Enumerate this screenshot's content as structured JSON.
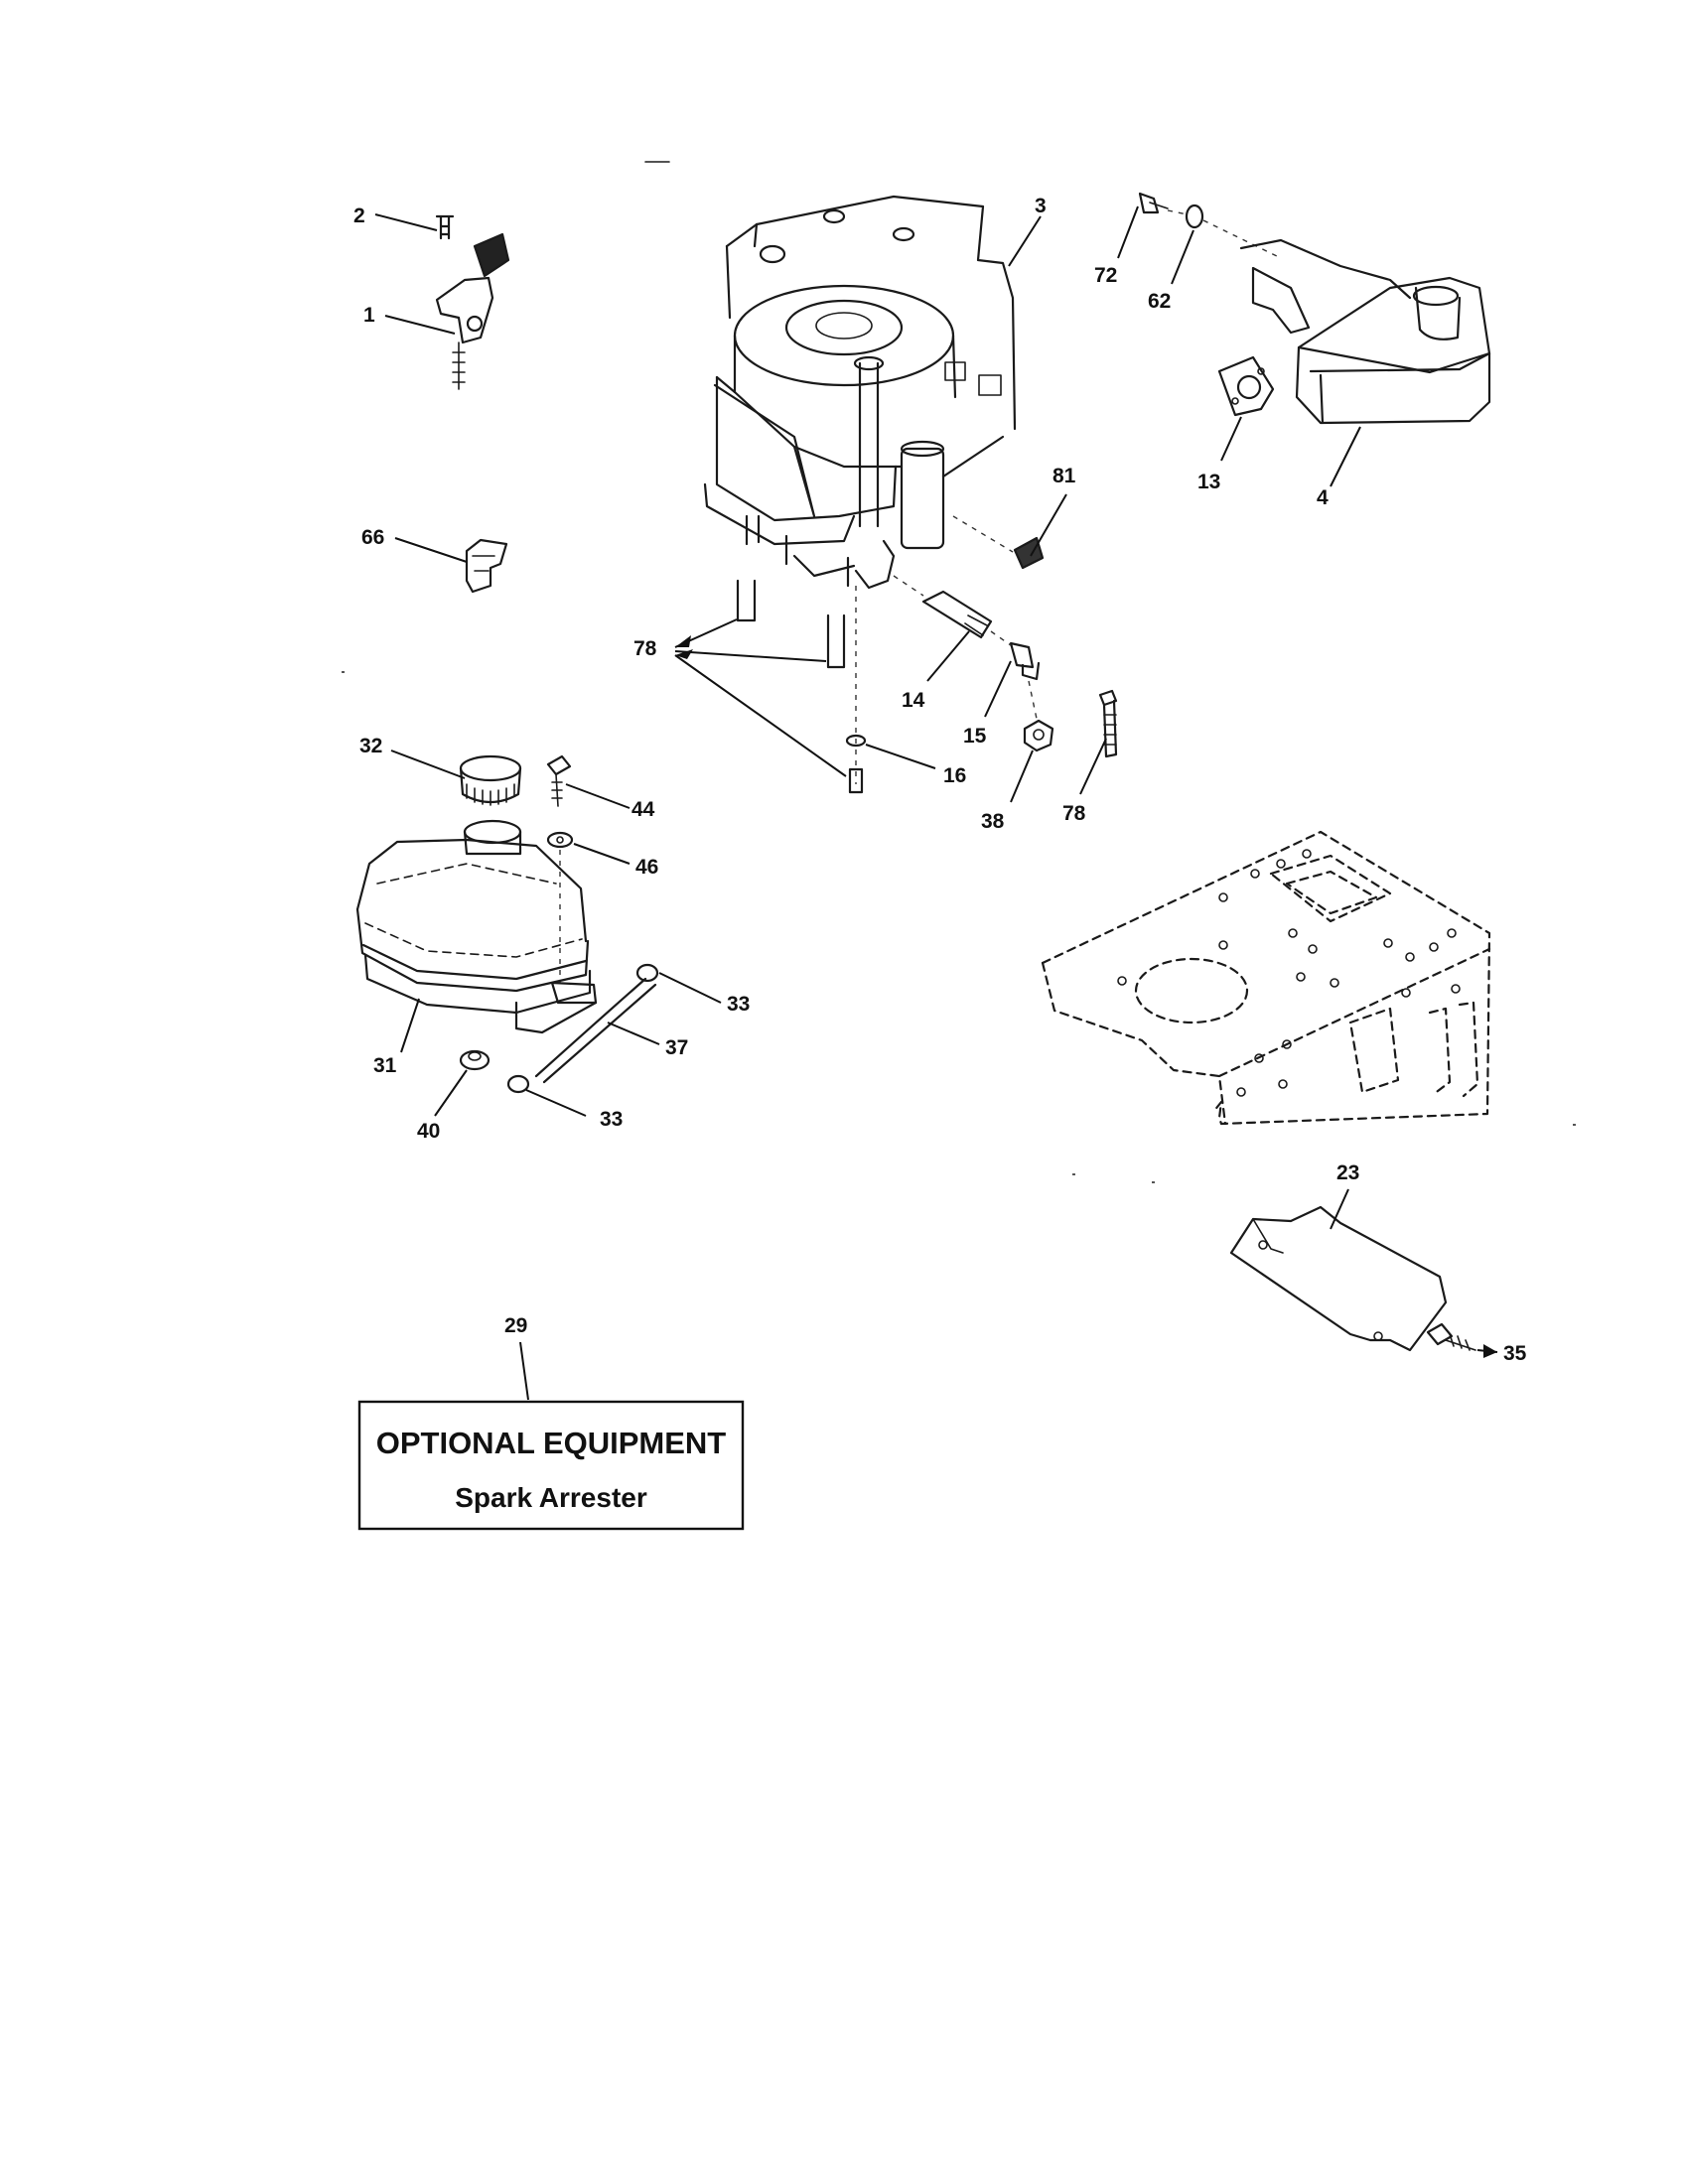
{
  "callouts": {
    "p1": "1",
    "p2": "2",
    "p3": "3",
    "p4": "4",
    "p13": "13",
    "p14": "14",
    "p15": "15",
    "p16": "16",
    "p23": "23",
    "p29": "29",
    "p31": "31",
    "p32": "32",
    "p33a": "33",
    "p33b": "33",
    "p35": "35",
    "p37": "37",
    "p38": "38",
    "p40": "40",
    "p44": "44",
    "p46": "46",
    "p62": "62",
    "p66": "66",
    "p72": "72",
    "p78a": "78",
    "p78b": "78",
    "p81": "81"
  },
  "optional_box": {
    "title": "OPTIONAL EQUIPMENT",
    "subtitle": "Spark Arrester"
  }
}
